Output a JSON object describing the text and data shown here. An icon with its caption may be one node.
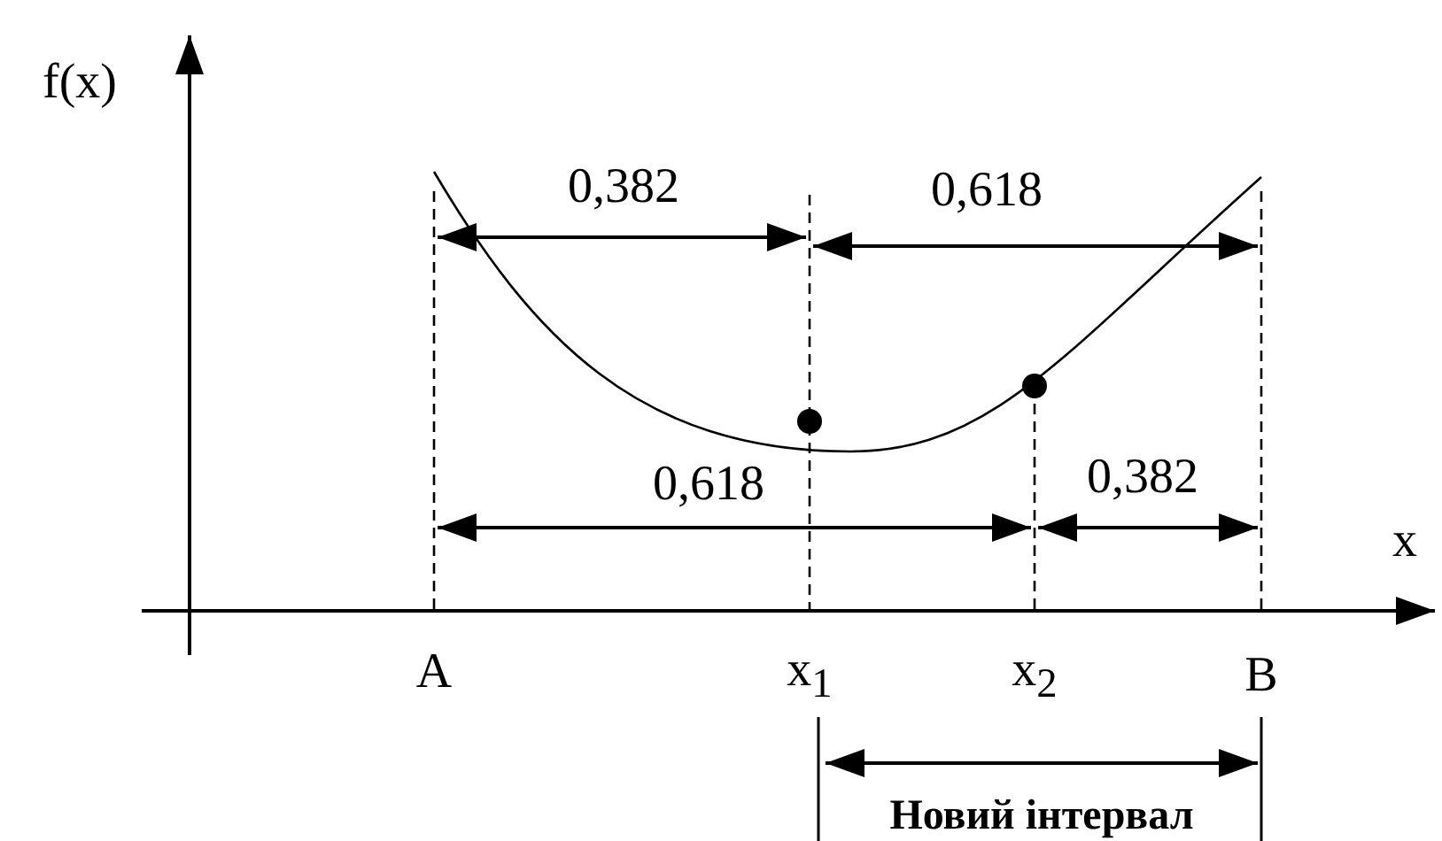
{
  "diagram": {
    "labels": [
      "f(x)",
      "0,382",
      "0,618",
      "0,618",
      "0,382",
      "x",
      "A",
      "x$_{1}$",
      "x$_{2}$",
      "B",
      "Новий інтервал"
    ]
  }
}
